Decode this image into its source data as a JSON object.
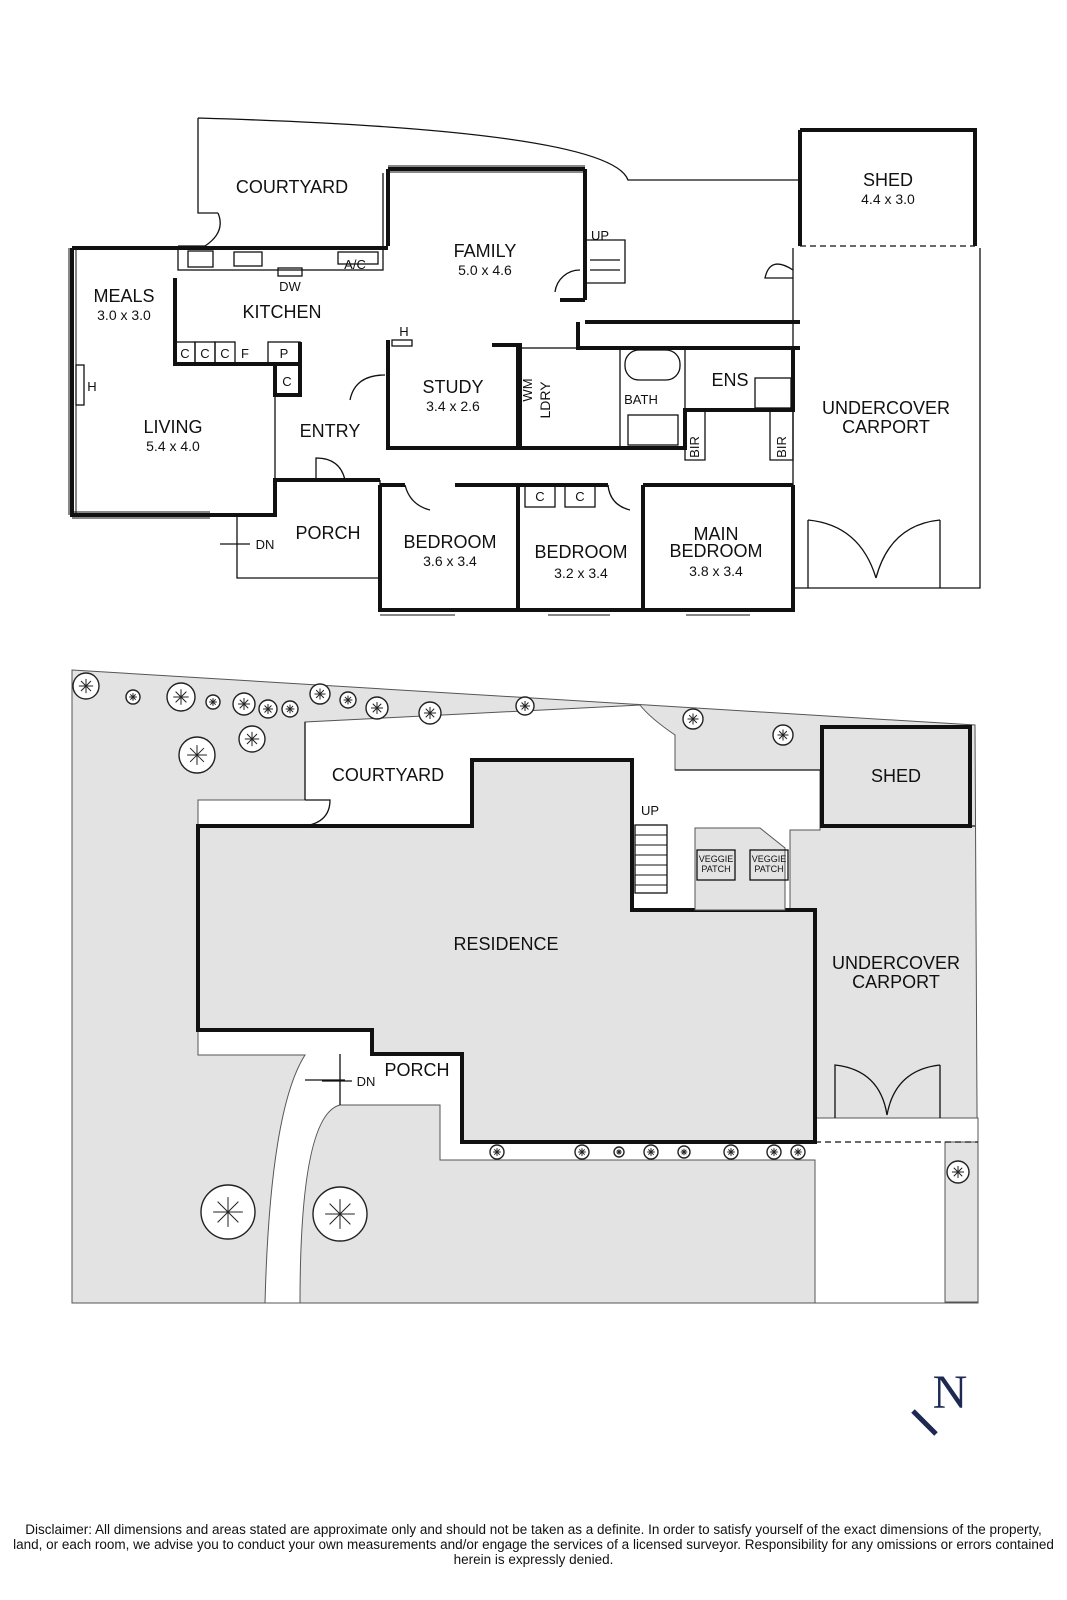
{
  "ground_floor": {
    "courtyard": "COURTYARD",
    "family": {
      "name": "FAMILY",
      "size": "5.0 x 4.6"
    },
    "shed": {
      "name": "SHED",
      "size": "4.4 x 3.0"
    },
    "meals": {
      "name": "MEALS",
      "size": "3.0 x 3.0"
    },
    "kitchen": "KITCHEN",
    "living": {
      "name": "LIVING",
      "size": "5.4 x 4.0"
    },
    "study": {
      "name": "STUDY",
      "size": "3.4 x 2.6"
    },
    "entry": "ENTRY",
    "porch": "PORCH",
    "bedroom1": {
      "name": "BEDROOM",
      "size": "3.6 x 3.4"
    },
    "bedroom2": {
      "name": "BEDROOM",
      "size": "3.2 x 3.4"
    },
    "main_bedroom": {
      "name_line1": "MAIN",
      "name_line2": "BEDROOM",
      "size": "3.8 x 3.4"
    },
    "carport_line1": "UNDERCOVER",
    "carport_line2": "CARPORT",
    "ens": "ENS",
    "bath": "BATH",
    "ldry": "LDRY",
    "wm": "WM",
    "bir": "BIR",
    "dw": "DW",
    "ac": "A/C",
    "up": "UP",
    "dn": "DN",
    "h": "H",
    "f": "F",
    "p": "P",
    "c": "C"
  },
  "site_plan": {
    "courtyard": "COURTYARD",
    "shed": "SHED",
    "residence": "RESIDENCE",
    "porch": "PORCH",
    "carport_line1": "UNDERCOVER",
    "carport_line2": "CARPORT",
    "veggie_line1": "VEGGIE",
    "veggie_line2": "PATCH",
    "up": "UP",
    "dn": "DN"
  },
  "compass": "N",
  "disclaimer": "Disclaimer: All dimensions and areas stated are approximate only and should not be taken as a definite. In order to satisfy yourself of the exact dimensions of the property, land, or each room, we advise you to conduct your own measurements and/or engage the services of a licensed surveyor. Responsibility for any omissions or errors contained herein is expressly denied."
}
